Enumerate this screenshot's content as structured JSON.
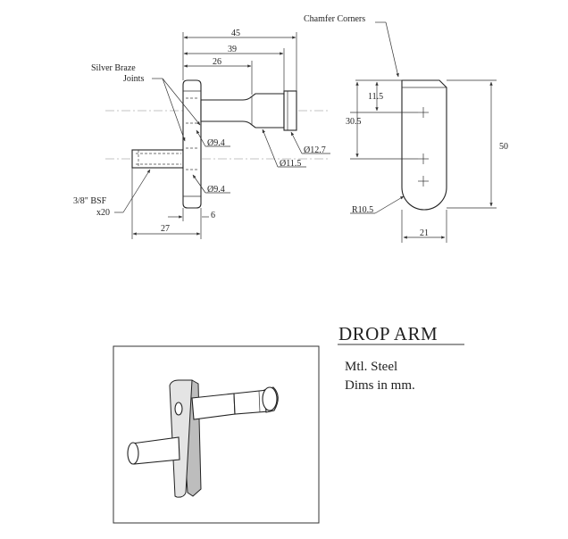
{
  "labels": {
    "chamfer": "Chamfer Corners",
    "silver_braze_1": "Silver Braze",
    "silver_braze_2": "Joints",
    "bsf_1": "3/8\" BSF",
    "bsf_2": "x20",
    "dia_9_4_upper": "Ø9.4",
    "dia_9_4_lower": "Ø9.4",
    "dia_12_7": "Ø12.7",
    "dia_11_5": "Ø11.5",
    "radius": "R10.5"
  },
  "dimensions": {
    "d45": "45",
    "d39": "39",
    "d26": "26",
    "d6": "6",
    "d27": "27",
    "d11_5": "11.5",
    "d30_5": "30.5",
    "d50": "50",
    "d21": "21"
  },
  "title": {
    "name": "DROP ARM",
    "material": "Mtl. Steel",
    "units": "Dims in mm."
  }
}
